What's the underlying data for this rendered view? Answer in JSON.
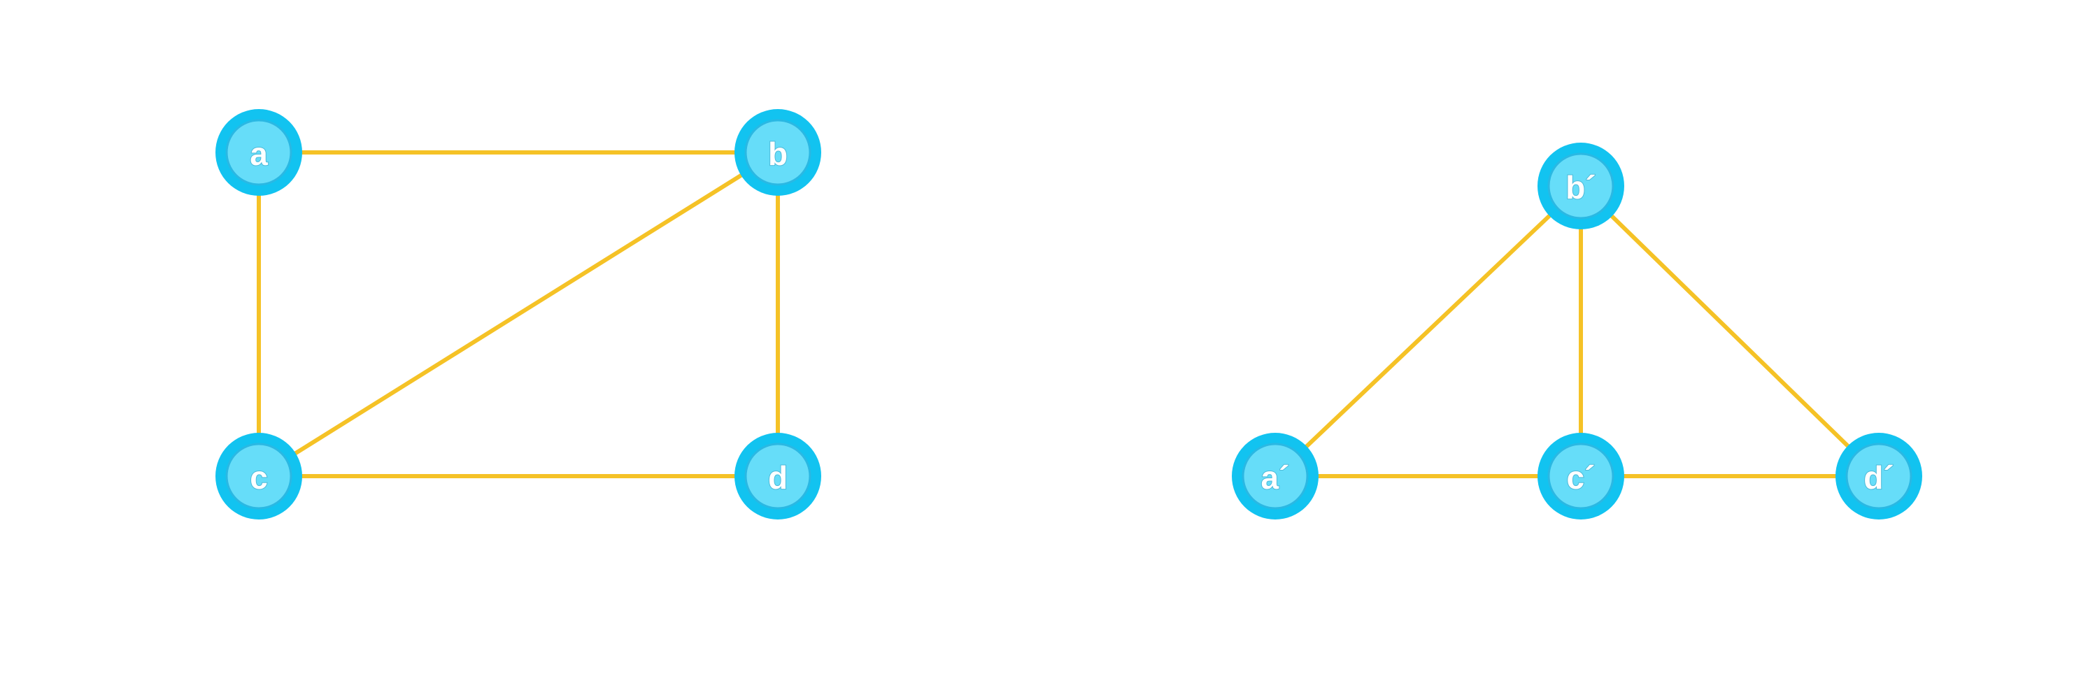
{
  "colors": {
    "edge": "#f5c226",
    "node_ring": "#12c3f0",
    "node_fill": "#66ddf9",
    "node_inner_stroke": "#2ab8e3",
    "label": "#ffffff",
    "background": "#ffffff"
  },
  "graphs": [
    {
      "id": "graph-left",
      "nodes": [
        {
          "id": "a",
          "label": "a"
        },
        {
          "id": "b",
          "label": "b"
        },
        {
          "id": "c",
          "label": "c"
        },
        {
          "id": "d",
          "label": "d"
        }
      ],
      "edges": [
        {
          "from": "a",
          "to": "b"
        },
        {
          "from": "a",
          "to": "c"
        },
        {
          "from": "b",
          "to": "d"
        },
        {
          "from": "c",
          "to": "d"
        },
        {
          "from": "b",
          "to": "c"
        }
      ]
    },
    {
      "id": "graph-right",
      "nodes": [
        {
          "id": "a2",
          "label": "a´"
        },
        {
          "id": "b2",
          "label": "b´"
        },
        {
          "id": "c2",
          "label": "c´"
        },
        {
          "id": "d2",
          "label": "d´"
        }
      ],
      "edges": [
        {
          "from": "b2",
          "to": "a2"
        },
        {
          "from": "b2",
          "to": "c2"
        },
        {
          "from": "b2",
          "to": "d2"
        },
        {
          "from": "a2",
          "to": "c2"
        },
        {
          "from": "c2",
          "to": "d2"
        }
      ]
    }
  ]
}
